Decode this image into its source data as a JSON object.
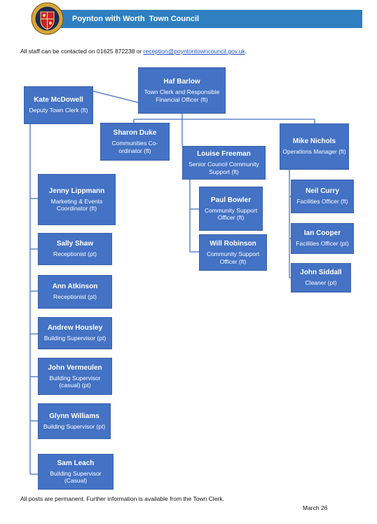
{
  "header": {
    "title": "Poynton with Worth  Town Council"
  },
  "contact": {
    "text": "All staff can be contacted on 01625 872238 or ",
    "email": "reception@poyntontowncouncil.gov.uk",
    "suffix": "."
  },
  "staff": {
    "haf": {
      "name": "Haf Barlow",
      "role": "Town Clerk and Responsible Financial Officer (ft)"
    },
    "kate": {
      "name": "Kate McDowell",
      "role": "Deputy Town Clerk (ft)"
    },
    "sharon": {
      "name": "Sharon Duke",
      "role": "Communities Co-ordinator (ft)"
    },
    "louise": {
      "name": "Louise Freeman",
      "role": "Senior Council Community Support (ft)"
    },
    "mike": {
      "name": "Mike Nichols",
      "role": "Operations Manager (ft)"
    },
    "jenny": {
      "name": "Jenny Lippmann",
      "role": "Marketing & Events Coordinator (ft)"
    },
    "paul": {
      "name": "Paul Bowler",
      "role": "Community Support Officer (ft)"
    },
    "will": {
      "name": "Will Robinson",
      "role": "Community Support Officer (ft)"
    },
    "neil": {
      "name": "Neil Curry",
      "role": "Facilities Officer (ft)"
    },
    "ian": {
      "name": "Ian Cooper",
      "role": "Facilities Officer (pt)"
    },
    "john_s": {
      "name": "John Siddall",
      "role": "Cleaner (pt)"
    },
    "sally": {
      "name": "Sally Shaw",
      "role": "Receptionist (pt)"
    },
    "ann": {
      "name": "Ann Atkinson",
      "role": "Receptionist (pt)"
    },
    "andrew": {
      "name": "Andrew Housley",
      "role": "Building Supervisor (pt)"
    },
    "john_v": {
      "name": "John Vermeulen",
      "role": "Building Supervisor (casual) (pt)"
    },
    "glynn": {
      "name": "Glynn Williams",
      "role": "Building Supervisor (pt)"
    },
    "sam": {
      "name": "Sam Leach",
      "role": "Building Supervisor (Casual)"
    }
  },
  "footer": {
    "note": "All posts are permanent. Further information is available from the Town Clerk.",
    "date": "March 26"
  },
  "colors": {
    "header": "#2f7fc1",
    "box": "#4472c4",
    "line": "#4472c4"
  }
}
